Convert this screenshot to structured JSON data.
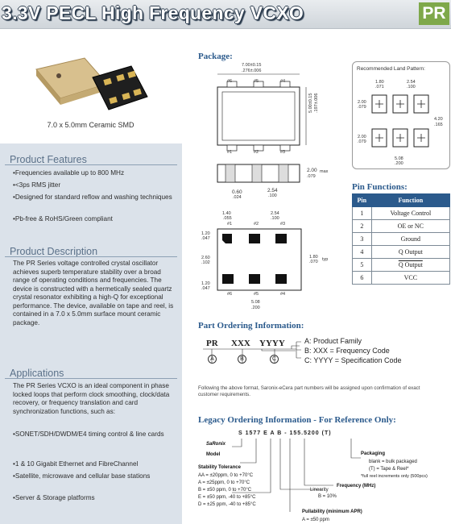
{
  "header": {
    "title": "3.3V PECL High Frequency VCXO",
    "series": "PR"
  },
  "photo": {
    "caption": "7.0 x 5.0mm Ceramic SMD"
  },
  "features": {
    "heading": "Product Features",
    "items": [
      "•Frequencies available up to 800 MHz",
      "•<3ps RMS jitter",
      "•Designed for standard reflow and washing techniques",
      "•Pb-free & RoHS/Green compliant"
    ]
  },
  "description": {
    "heading": "Product Description",
    "text": "The PR Series voltage controlled crystal oscillator achieves superb temperature stability over a broad range of operating conditions and frequencies.  The device is constructed with a hermetically sealed quartz crystal resonator exhibiting a high-Q for exceptional performance.  The device, available on tape and reel, is contained in a 7.0 x 5.0mm surface mount ceramic package."
  },
  "applications": {
    "heading": "Applications",
    "text": "The PR Series VCXO is an ideal component in phase locked loops that perform clock smoothing, clock/data recovery, or frequency translation and card synchronization functions, such as:",
    "items": [
      "•SONET/SDH/DWDM/E4 timing control & line cards",
      "•1 & 10 Gigabit Ethernet and FibreChannel",
      "•Satellite, microwave and cellular base stations",
      "•Server & Storage platforms"
    ]
  },
  "package": {
    "heading": "Package:",
    "dim_top": "7.00±0.15",
    "dim_top_in": ".276±.006",
    "dim_side": "5.00±0.15",
    "dim_side_in": ".197±.006",
    "height": "2.00",
    "height_in": ".079",
    "height_suffix": "max",
    "pad_gap": "0.60",
    "pad_gap_in": ".024",
    "pitch": "2.54",
    "pitch_in": ".100",
    "pad_w": "1.40",
    "pad_w_in": ".055",
    "edge": "1.20",
    "edge_in": ".047",
    "mid": "2.60",
    "mid_in": ".102",
    "vert": "1.80",
    "vert_in": ".070",
    "vert_suffix": "typ",
    "width": "5.08",
    "width_in": ".200",
    "pins": [
      "#1",
      "#2",
      "#3",
      "#4",
      "#5",
      "#6"
    ]
  },
  "land": {
    "title": "Recommended Land Pattern:",
    "a": "1.80",
    "a_in": ".071",
    "b": "2.54",
    "b_in": ".100",
    "c": "2.00",
    "c_in": ".079",
    "d": "4.20",
    "d_in": ".165",
    "e": "5.08",
    "e_in": ".200"
  },
  "pins": {
    "heading": "Pin Functions:",
    "col_pin": "Pin",
    "col_fn": "Function",
    "rows": [
      {
        "pin": "1",
        "fn": "Voltage Control"
      },
      {
        "pin": "2",
        "fn": "OE or NC"
      },
      {
        "pin": "3",
        "fn": "Ground"
      },
      {
        "pin": "4",
        "fn": "Q Output"
      },
      {
        "pin": "5",
        "fn": "Q Output"
      },
      {
        "pin": "6",
        "fn": "VCC"
      }
    ]
  },
  "ordering": {
    "heading": "Part Ordering Information:",
    "c1": "PR",
    "c2": "XXX",
    "c3": "YYYY",
    "ca": "A",
    "cb": "B",
    "cc": "C",
    "la": "A: Product Family",
    "lb": "B: XXX = Frequency Code",
    "lc": "C: YYYY = Specification Code",
    "note": "Following the above format, Saronix-eCera part numbers will be assigned upon confirmation of exact customer requirements."
  },
  "legacy": {
    "heading": "Legacy Ordering Information - For Reference Only:",
    "brand": "SaRonix",
    "code": "S   1577   E   A   B  -  155.5200   (T)",
    "model": "Model",
    "stab_h": "Stability Tolerance",
    "stab": [
      "AA = ±20ppm, 0 to +70°C",
      "A = ±25ppm, 0 to +70°C",
      "B = ±50 ppm, 0 to +70°C",
      "E = ±50 ppm, -40 to +85°C",
      "D = ±25 ppm, -40 to +85°C"
    ],
    "lin_h": "Linearity",
    "lin": "B = 10%",
    "pull_h": "Pullability (minimum APR)",
    "pull": "A = ±50 ppm",
    "freq_h": "Frequency (MHz)",
    "pack_h": "Packaging",
    "pack": [
      "blank = bulk packaged",
      "(T) = Tape & Reel*",
      "*full reel increments only (500pcs)"
    ]
  }
}
